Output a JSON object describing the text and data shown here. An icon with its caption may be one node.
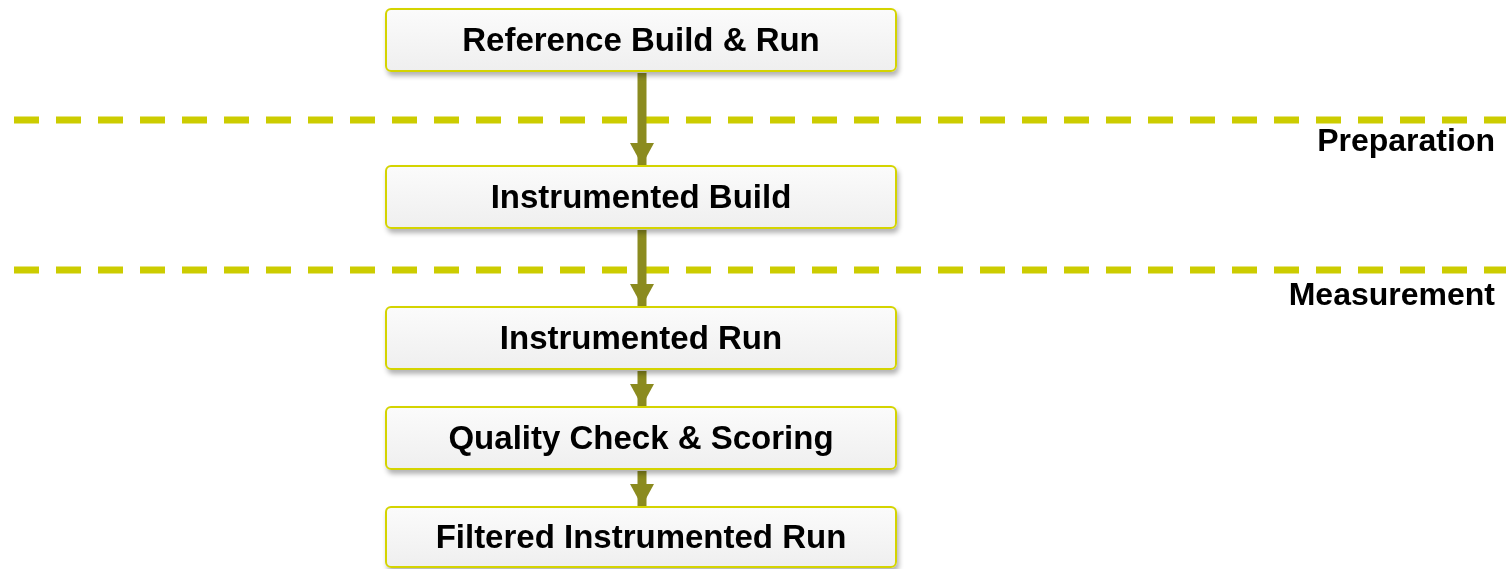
{
  "diagram": {
    "nodes": [
      {
        "text": [
          "Reference Build & Run"
        ]
      },
      {
        "text": [
          "Instrumented Build"
        ]
      },
      {
        "text": [
          "Instrumented Run"
        ]
      },
      {
        "text": [
          "Quality Check & Scoring"
        ]
      },
      {
        "text": [
          "Filtered Instrumented Run"
        ]
      }
    ],
    "edges": [
      {
        "from": 0,
        "to": 1,
        "arrow": "to"
      },
      {
        "from": 1,
        "to": 2,
        "arrow": "to"
      },
      {
        "from": 2,
        "to": 3,
        "arrow": "to"
      },
      {
        "from": 3,
        "to": 4,
        "arrow": "to"
      }
    ],
    "labels": [
      "Preparation",
      "Measurement"
    ]
  }
}
